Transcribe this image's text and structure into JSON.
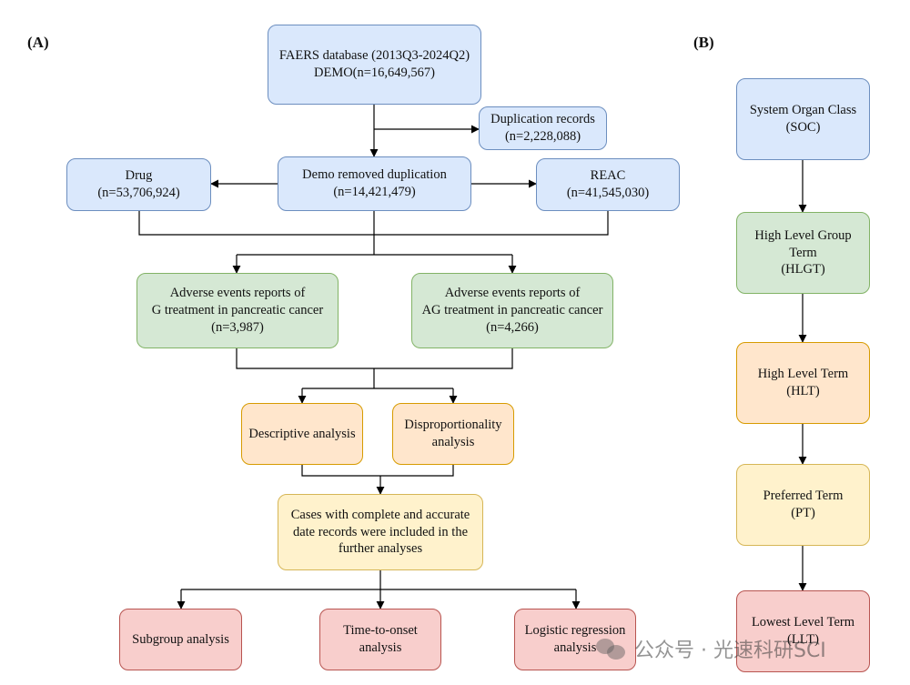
{
  "panel_a_label": "(A)",
  "panel_b_label": "(B)",
  "flowchart_a": {
    "faers": [
      "FAERS database (2013Q3-2024Q2)",
      "DEMO(n=16,649,567)"
    ],
    "duplication": [
      "Duplication records",
      "(n=2,228,088)"
    ],
    "drug": [
      "Drug",
      "(n=53,706,924)"
    ],
    "demo_removed": [
      "Demo removed duplication",
      "(n=14,421,479)"
    ],
    "reac": [
      "REAC",
      "(n=41,545,030)"
    ],
    "g_reports": [
      "Adverse events reports of",
      "G treatment in pancreatic cancer",
      "(n=3,987)"
    ],
    "ag_reports": [
      "Adverse events reports of",
      "AG treatment in pancreatic cancer",
      "(n=4,266)"
    ],
    "descriptive": [
      "Descriptive analysis"
    ],
    "disproportionality": [
      "Disproportionality",
      "analysis"
    ],
    "complete_cases": [
      "Cases with complete and accurate",
      "date records were included in the",
      "further analyses"
    ],
    "subgroup": [
      "Subgroup analysis"
    ],
    "time_to_onset": [
      "Time-to-onset",
      "analysis"
    ],
    "logistic": [
      "Logistic regression",
      "analysis"
    ]
  },
  "hierarchy_b": {
    "soc": [
      "System Organ Class",
      "(SOC)"
    ],
    "hlgt": [
      "High Level Group",
      "Term",
      "(HLGT)"
    ],
    "hlt": [
      "High Level Term",
      "(HLT)"
    ],
    "pt": [
      "Preferred Term",
      "(PT)"
    ],
    "llt": [
      "Lowest Level Term",
      "(LLT)"
    ]
  },
  "watermark": "公众号 · 光速科研SCI",
  "colors": {
    "blue": "#dae8fc",
    "green": "#d5e8d4",
    "orange": "#ffe6cc",
    "yellow": "#fff2cc",
    "red": "#f8cecc",
    "line": "#000000"
  }
}
